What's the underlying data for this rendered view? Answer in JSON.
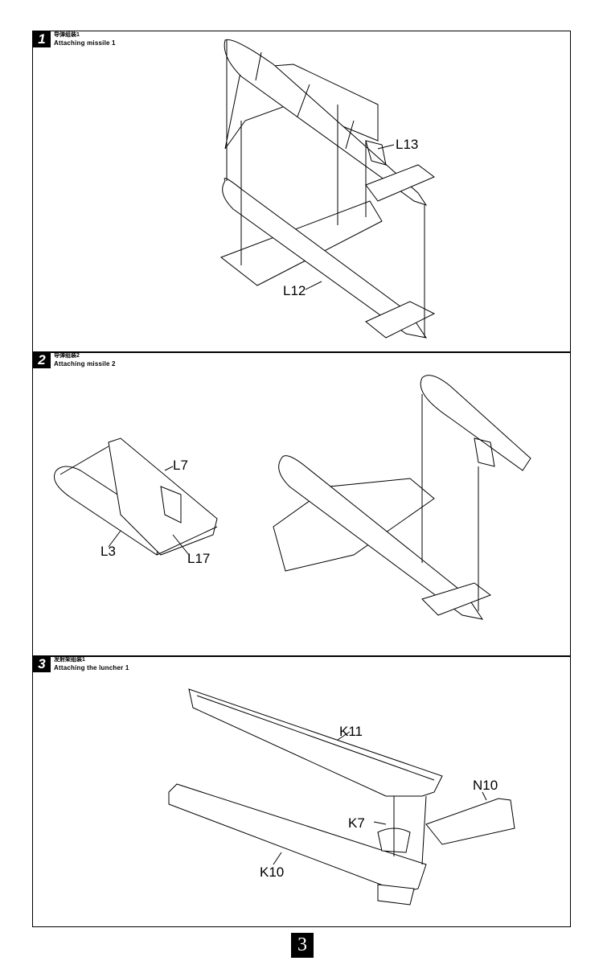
{
  "steps": [
    {
      "number": "1",
      "title_cn": "导弹组装1",
      "title_en": "Attaching missile 1",
      "parts": [
        "L13",
        "L12"
      ]
    },
    {
      "number": "2",
      "title_cn": "导弹组装2",
      "title_en": "Attaching missile 2",
      "parts": [
        "L7",
        "L3",
        "L17"
      ]
    },
    {
      "number": "3",
      "title_cn": "发射架组装1",
      "title_en": "Attaching the luncher 1",
      "parts": [
        "K11",
        "N10",
        "K7",
        "K10"
      ]
    }
  ],
  "page_number": "3"
}
